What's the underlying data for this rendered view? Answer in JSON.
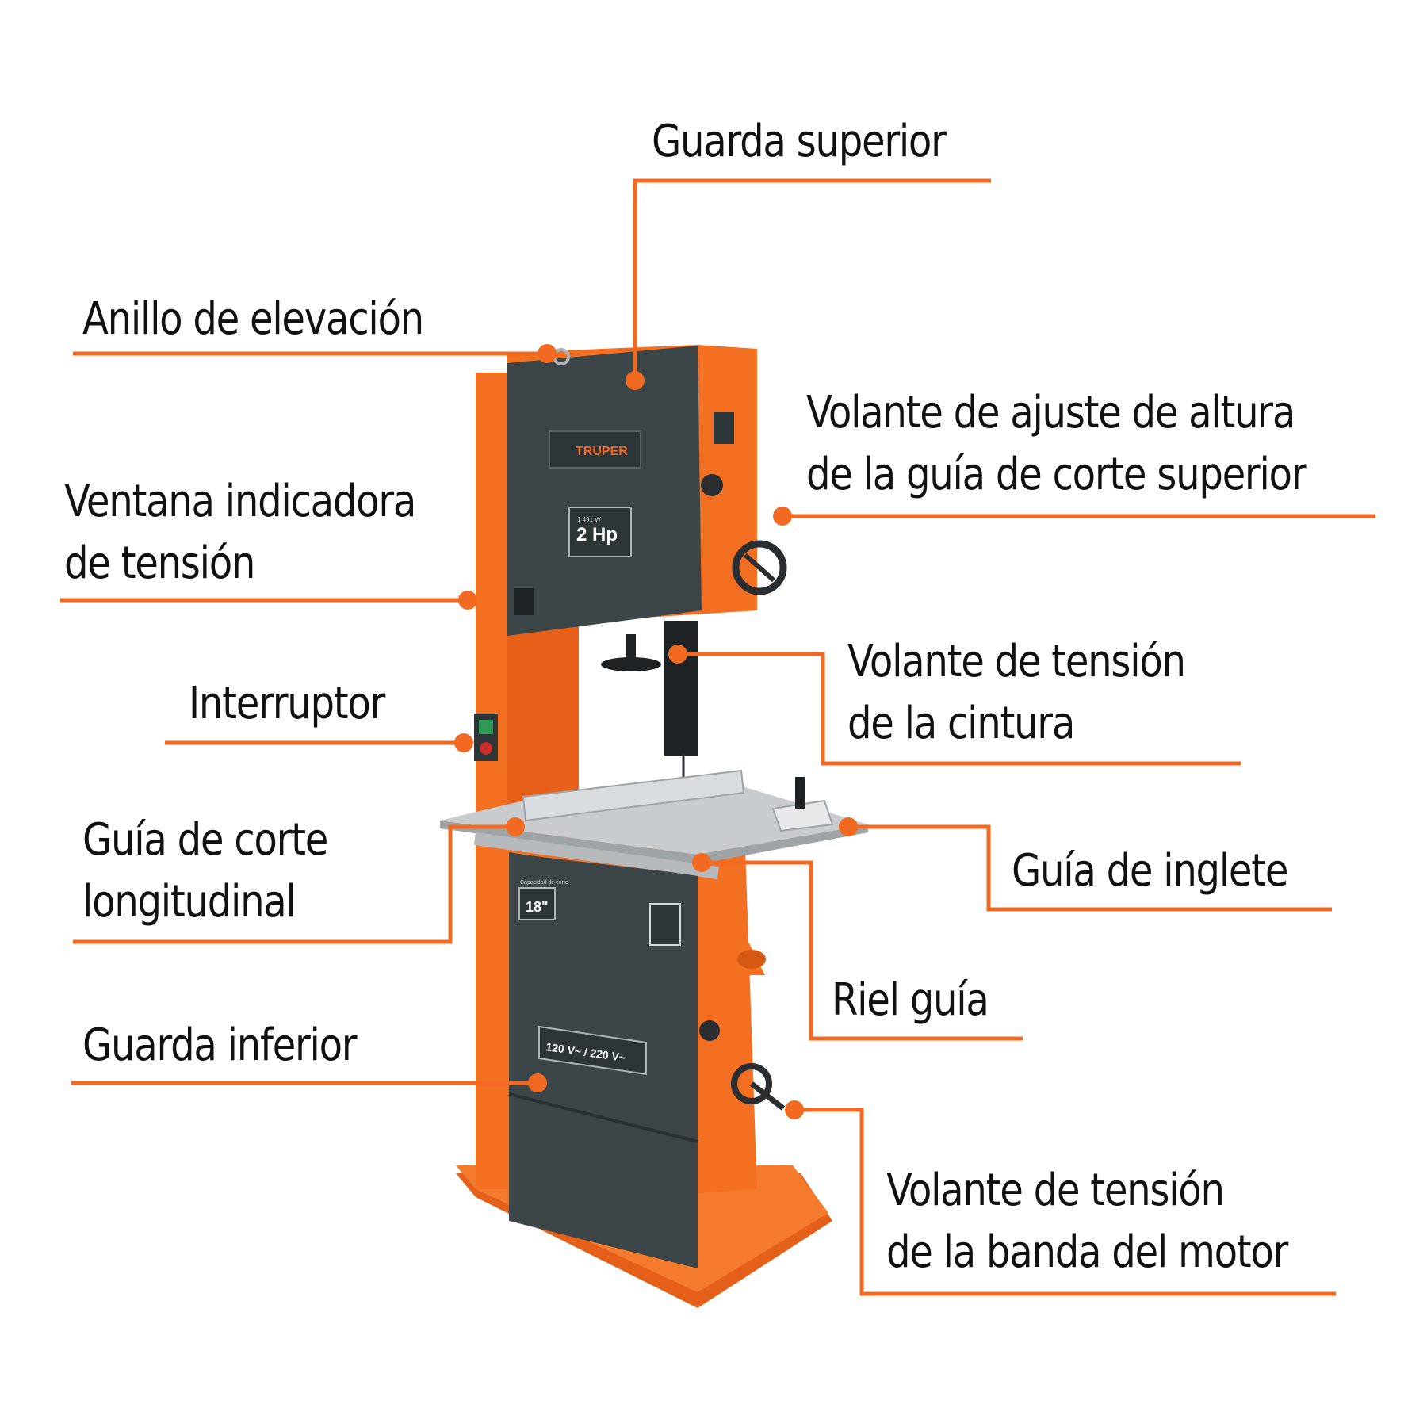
{
  "brand": {
    "logo_text": "TRUPER",
    "power_badge": "2 Hp",
    "power_badge_small": "1 491 W",
    "capacity_badge": "18\"",
    "capacity_caption": "Capacidad de corte",
    "voltage_badge": "120 V~  /  220 V~"
  },
  "colors": {
    "accent": "#F26A21",
    "machine_orange": "#F36F21",
    "machine_dark": "#3C4548",
    "table_gray": "#C9CCCE",
    "text": "#111111"
  },
  "callouts": [
    {
      "id": "guarda-superior",
      "lines": [
        "Guarda superior"
      ]
    },
    {
      "id": "anillo-elevacion",
      "lines": [
        "Anillo de elevación"
      ]
    },
    {
      "id": "volante-ajuste-altura",
      "lines": [
        "Volante de ajuste de altura",
        "de la guía de corte superior"
      ]
    },
    {
      "id": "ventana-tension",
      "lines": [
        "Ventana indicadora",
        "de tensión"
      ]
    },
    {
      "id": "volante-tension-cintura",
      "lines": [
        "Volante de tensión",
        "de la cintura"
      ]
    },
    {
      "id": "interruptor",
      "lines": [
        "Interruptor"
      ]
    },
    {
      "id": "guia-inglete",
      "lines": [
        "Guía de inglete"
      ]
    },
    {
      "id": "guia-corte-longitudinal",
      "lines": [
        "Guía de corte",
        "longitudinal"
      ]
    },
    {
      "id": "riel-guia",
      "lines": [
        "Riel guía"
      ]
    },
    {
      "id": "guarda-inferior",
      "lines": [
        "Guarda inferior"
      ]
    },
    {
      "id": "volante-tension-motor",
      "lines": [
        "Volante de tensión",
        "de la banda del motor"
      ]
    }
  ]
}
